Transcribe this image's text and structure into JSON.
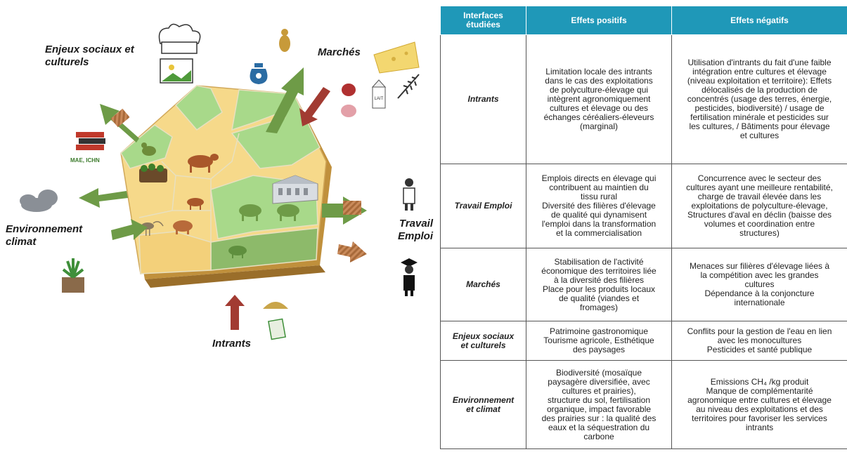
{
  "diagram": {
    "labels": {
      "enjeux": "Enjeux sociaux et\nculturels",
      "marches": "Marchés",
      "environnement": "Environnement\nclimat",
      "travail": "Travail\nEmploi",
      "intrants": "Intrants",
      "mae": "MAE, ICHN",
      "lait": "LAIT"
    },
    "colors": {
      "arrow_green": "#6e9b47",
      "arrow_red": "#a23b32",
      "zone_yellow": "#f6d98a",
      "zone_green": "#a8d98a",
      "zone_darkgreen": "#8dba6a",
      "edge": "#c0903c"
    }
  },
  "table": {
    "headers": [
      "Interfaces\nétudiées",
      "Effets positifs",
      "Effets négatifs"
    ],
    "rows": [
      {
        "label": "Intrants",
        "positive": "Limitation locale des intrants\ndans le cas des exploitations\nde polyculture-élevage qui\nintègrent agronomiquement\ncultures et élevage ou des\néchanges céréaliers-éleveurs\n(marginal)",
        "negative": "Utilisation d'intrants  du fait d'une faible\nintégration entre cultures et élevage\n(niveau exploitation et territoire): Effets\ndélocalisés de la production de\nconcentrés (usage des terres, énergie,\npesticides, biodiversité) / usage de\nfertilisation minérale et pesticides sur\nles cultures, / Bâtiments pour élevage\net cultures"
      },
      {
        "label": "Travail Emploi",
        "positive": "Emplois directs en élevage qui\ncontribuent au maintien du\ntissu rural\nDiversité des filières d'élevage\nde qualité qui dynamisent\nl'emploi dans la transformation\net la commercialisation",
        "negative": "Concurrence avec le secteur des\ncultures ayant une meilleure rentabilité,\ncharge de travail élevée dans les\nexploitations de polyculture-élevage,\nStructures d'aval en déclin (baisse des\nvolumes et coordination entre\nstructures)"
      },
      {
        "label": "Marchés",
        "positive": "Stabilisation de l'activité\néconomique des territoires liée\nà la diversité des filières\nPlace pour les produits locaux\nde qualité (viandes et\nfromages)",
        "negative": "Menaces sur filières d'élevage liées à\nla compétition avec les grandes\ncultures\nDépendance à la conjoncture\ninternationale"
      },
      {
        "label": "Enjeux sociaux\net culturels",
        "positive": "Patrimoine gastronomique\nTourisme agricole, Esthétique\ndes paysages",
        "negative": "Conflits pour la gestion de l'eau en lien\navec les monocultures\nPesticides et santé publique"
      },
      {
        "label": "Environnement\net climat",
        "positive": "Biodiversité (mosaïque\npaysagère diversifiée, avec\ncultures et prairies),\nstructure du sol, fertilisation\norganique, impact favorable\ndes prairies sur : la qualité des\neaux et la séquestration du\ncarbone",
        "negative": "Emissions CH₄ /kg produit\nManque de complémentarité\nagronomique entre cultures et élevage\nau niveau des exploitations et des\nterritoires pour favoriser les services\nintrants"
      }
    ]
  }
}
